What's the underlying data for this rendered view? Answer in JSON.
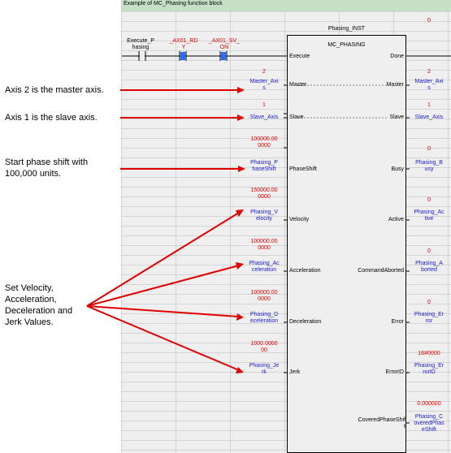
{
  "header_title": "Example of MC_Phasing function block",
  "instance_name": "Phasing_INST",
  "block_name": "MC_PHASING",
  "contacts": [
    {
      "label": "Execute_P\nhasing",
      "color": "black"
    },
    {
      "label": "_AX01_RD\nY",
      "color": "red"
    },
    {
      "label": "_AX01_SV_\nON",
      "color": "red"
    }
  ],
  "inputs": [
    {
      "port": "Execute",
      "value": "",
      "var": ""
    },
    {
      "port": "Master",
      "value": "2",
      "var": "Master_Axi\ns"
    },
    {
      "port": "Slave",
      "value": "1",
      "var": "Slave_Axis"
    },
    {
      "port": "PhaseShift",
      "value": "100000.00\n0000",
      "var": "Phasing_P\nhaseShift"
    },
    {
      "port": "Velocity",
      "value": "150000.00\n0000",
      "var": "Phasing_V\nelocity"
    },
    {
      "port": "Acceleration",
      "value": "100000.00\n0000",
      "var": "Phasing_Ac\nceleration"
    },
    {
      "port": "Deceleration",
      "value": "100000.00\n0000",
      "var": "Phasing_D\neceleration"
    },
    {
      "port": "Jerk",
      "value": "1000.0000\n00",
      "var": "Phasing_Je\nrk"
    }
  ],
  "outputs": [
    {
      "port": "Done",
      "value": "0",
      "var": ""
    },
    {
      "port": "Master",
      "value": "2",
      "var": "Master_Axi\ns"
    },
    {
      "port": "Slave",
      "value": "1",
      "var": "Slave_Axis"
    },
    {
      "port": "Busy",
      "value": "0",
      "var": "Phasing_B\nusy"
    },
    {
      "port": "Active",
      "value": "0",
      "var": "Phasing_Ac\ntive"
    },
    {
      "port": "CommandAborted",
      "value": "0",
      "var": "Phasing_A\nborted"
    },
    {
      "port": "Error",
      "value": "0",
      "var": "Phasing_Er\nror"
    },
    {
      "port": "ErrorID",
      "value": "16#0000",
      "var": "Phasing_Er\nrorID"
    },
    {
      "port": "CoveredPhaseShif\nt",
      "value": "0.000000",
      "var": "Phasing_C\noveredPhas\neShift"
    }
  ],
  "annotations": {
    "master": "Axis 2 is the master axis.",
    "slave": "Axis 1 is the slave axis.",
    "phase": "Start phase shift with\n100,000 units.",
    "dynamics": "Set Velocity,\nAcceleration,\nDeceleration and\nJerk Values."
  },
  "colors": {
    "header_bg": "#c6dfc6",
    "panel_bg": "#efefef",
    "value_red": "#e00000",
    "var_blue": "#1a1ad0",
    "arrow": "#e00000"
  }
}
